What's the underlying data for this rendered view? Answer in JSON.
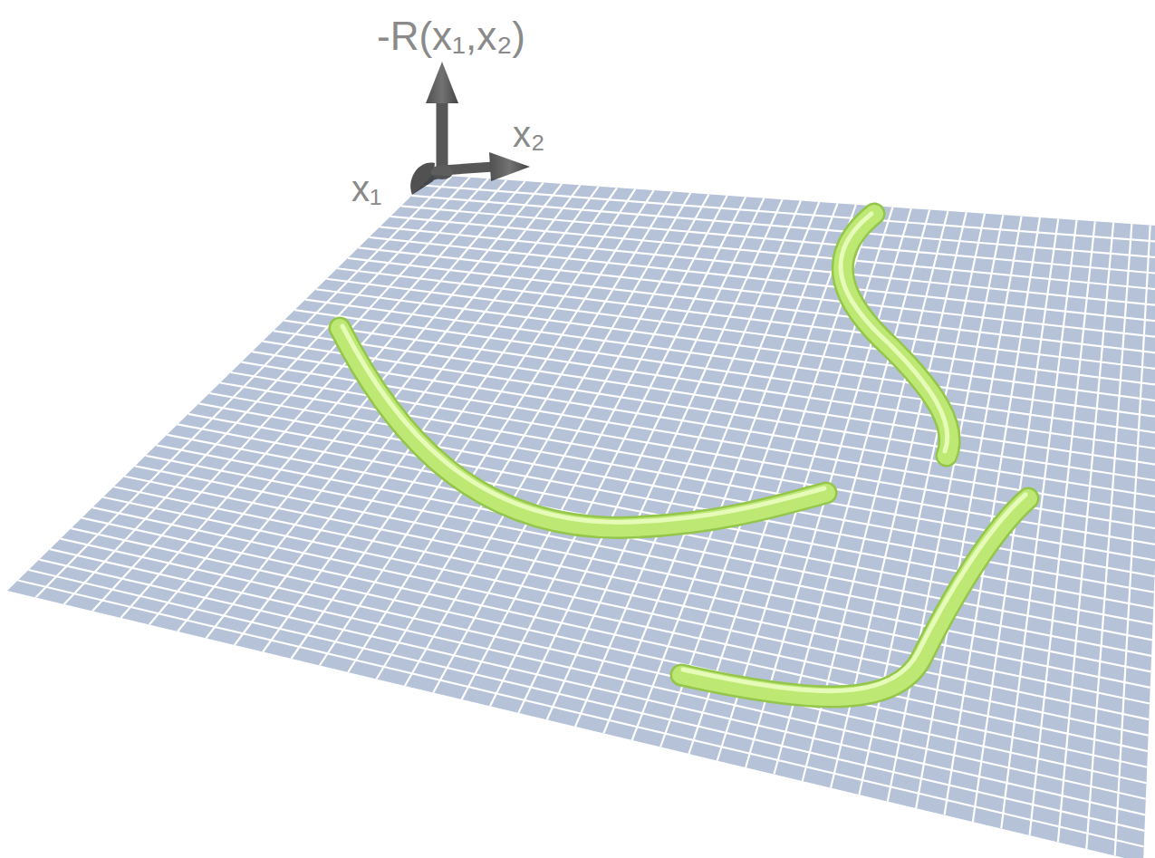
{
  "diagram": {
    "labels": [
      "-R(x₁,x₂)",
      "x₂",
      "x₁"
    ]
  }
}
